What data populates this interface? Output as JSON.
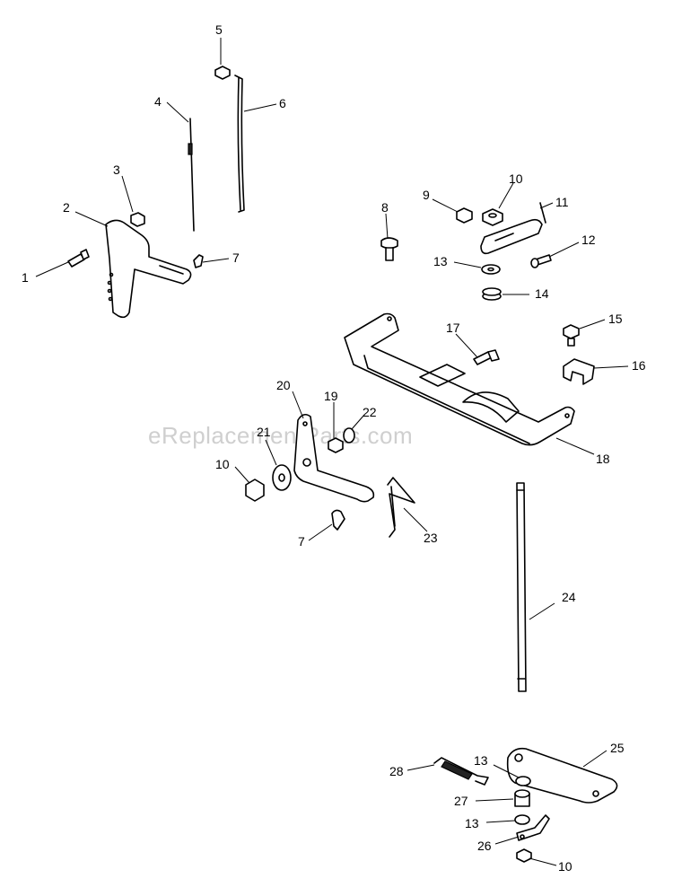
{
  "watermark": "eReplacementParts.com",
  "callouts": [
    {
      "label": "1"
    },
    {
      "label": "2"
    },
    {
      "label": "3"
    },
    {
      "label": "4"
    },
    {
      "label": "5"
    },
    {
      "label": "6"
    },
    {
      "label": "7"
    },
    {
      "label": "8"
    },
    {
      "label": "9"
    },
    {
      "label": "10"
    },
    {
      "label": "11"
    },
    {
      "label": "12"
    },
    {
      "label": "13"
    },
    {
      "label": "14"
    },
    {
      "label": "15"
    },
    {
      "label": "16"
    },
    {
      "label": "17"
    },
    {
      "label": "18"
    },
    {
      "label": "19"
    },
    {
      "label": "20"
    },
    {
      "label": "21"
    },
    {
      "label": "22"
    },
    {
      "label": "10"
    },
    {
      "label": "7"
    },
    {
      "label": "23"
    },
    {
      "label": "24"
    },
    {
      "label": "25"
    },
    {
      "label": "28"
    },
    {
      "label": "13"
    },
    {
      "label": "27"
    },
    {
      "label": "13"
    },
    {
      "label": "26"
    },
    {
      "label": "10"
    }
  ]
}
